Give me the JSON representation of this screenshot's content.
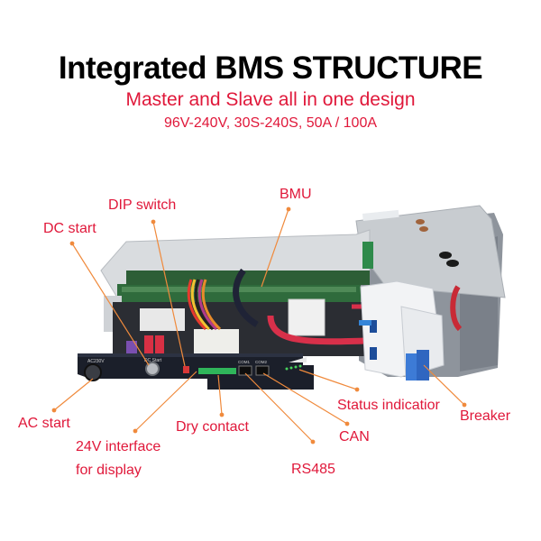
{
  "header": {
    "title": "Integrated BMS STRUCTURE",
    "subtitle": "Master and Slave all in one design",
    "spec": "96V-240V, 30S-240S, 50A / 100A"
  },
  "panel_markings": {
    "ac_port": "AC230V",
    "dc_button": "DC Start",
    "com1": "COM1",
    "com2": "COM2"
  },
  "callouts": [
    {
      "id": "dip-switch",
      "label": "DIP switch"
    },
    {
      "id": "bmu",
      "label": "BMU"
    },
    {
      "id": "dc-start",
      "label": "DC start"
    },
    {
      "id": "ac-start",
      "label": "AC start"
    },
    {
      "id": "interface-24v",
      "label": "24V interface",
      "label2": "for display"
    },
    {
      "id": "dry-contact",
      "label": "Dry contact"
    },
    {
      "id": "rs485",
      "label": "RS485"
    },
    {
      "id": "can",
      "label": "CAN"
    },
    {
      "id": "status-indicator",
      "label": "Status indicatior"
    },
    {
      "id": "breaker",
      "label": "Breaker"
    }
  ],
  "colors": {
    "label": "#e0183a",
    "leader": "#f08a3c",
    "panel": "#1b1f2a",
    "chassis": "#d9dcdf"
  }
}
